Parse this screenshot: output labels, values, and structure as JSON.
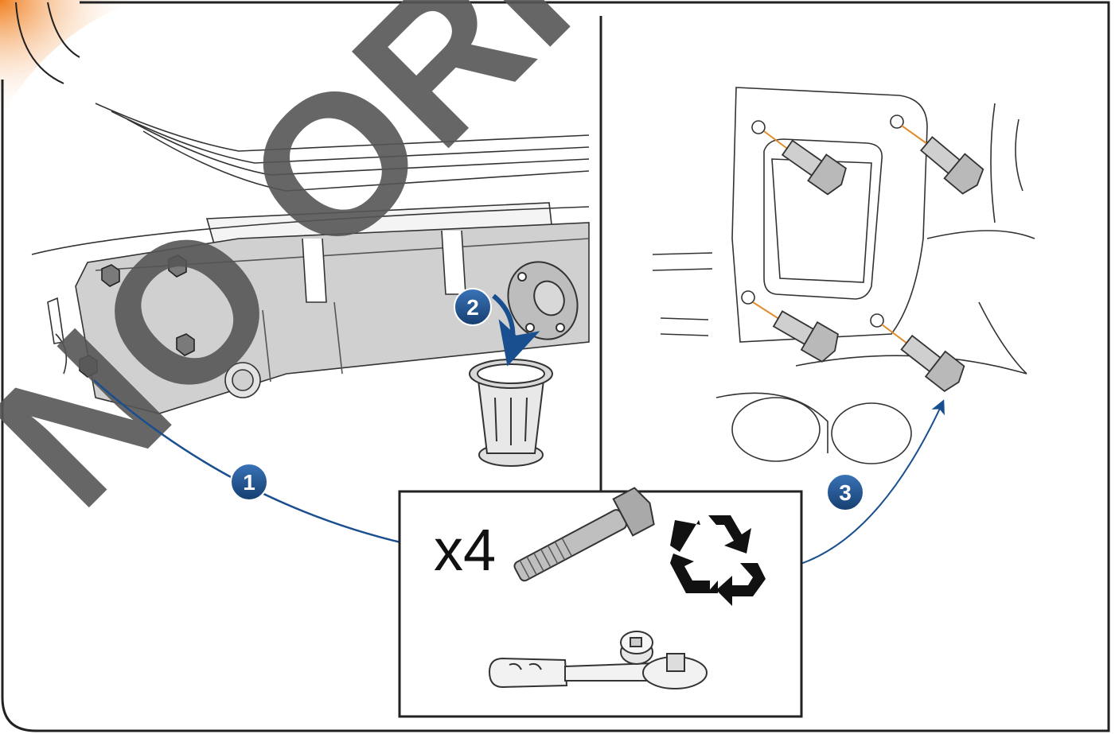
{
  "watermark": {
    "text": "NO ORIGINAL",
    "color": "#555555"
  },
  "steps": [
    {
      "number": "1"
    },
    {
      "number": "2"
    },
    {
      "number": "3"
    }
  ],
  "parts_box": {
    "quantity_label": "x4"
  },
  "icons": {
    "bolt": "bolt-icon",
    "recycle": "recycle-icon",
    "ratchet": "ratchet-wrench-icon",
    "socket": "socket-icon",
    "trash": "trash-can-icon"
  },
  "colors": {
    "step_badge": "#1f4e88",
    "arrow": "#1a4f8f",
    "leader_line": "#e38a2b",
    "part_gray": "#b9b9b9",
    "panel_gray": "#d0d0d0",
    "corner_accent": "#f07f1f"
  }
}
